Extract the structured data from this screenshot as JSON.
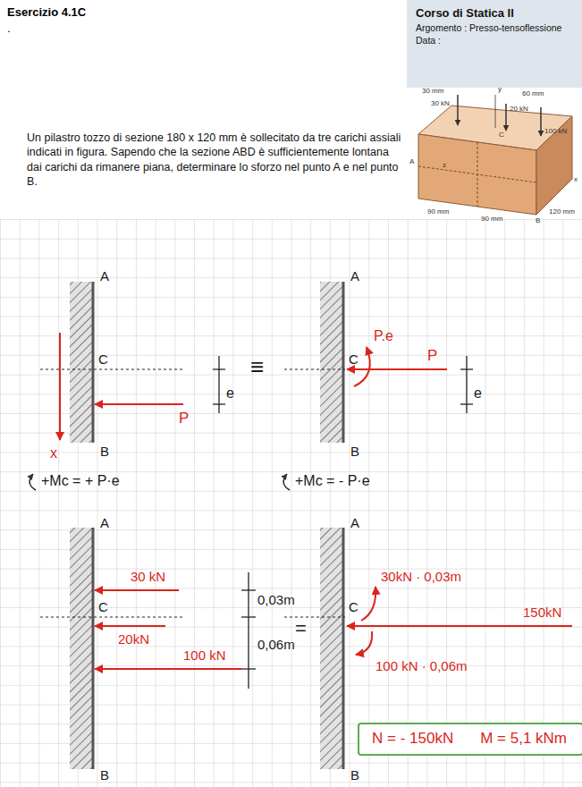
{
  "diagram": {
    "title": "Esercizio 4.1C",
    "nodes": [
      {
        "text": [
          "Corso di Statica II",
          "Argomento : Presso-tensoflessione",
          "Data :"
        ]
      },
      {
        "text": [
          "N = - 150kN",
          "M = 5,1 kNm"
        ]
      }
    ],
    "labels": [
      ".",
      "Un pilastro tozzo di sezione 180 x 120 mm è sollecitato da tre carichi assiali indicati in figura. Sapendo che la sezione ABD è sufficientemente lontana dai carichi da rimanere piana, determinare lo sforzo nel punto A e nel punto B.",
      "30 mm",
      "60 mm",
      "30 kN",
      "20 kN",
      "100 kN",
      "C",
      "y",
      "A",
      "z",
      "90 mm",
      "90 mm",
      "120 mm",
      "B",
      "x",
      "A",
      "C",
      "B",
      "P",
      "x",
      "e",
      "+Mc = + P·e",
      "≡",
      "A",
      "C",
      "B",
      "P.e",
      "P",
      "e",
      "+Mc = - P·e",
      "A",
      "30 kN",
      "C",
      "20kN",
      "100 kN",
      "B",
      "0,03m",
      "0,06m",
      "=",
      "A",
      "C",
      "30kN · 0,03m",
      "150kN",
      "100 kN · 0,06m",
      "B"
    ]
  }
}
